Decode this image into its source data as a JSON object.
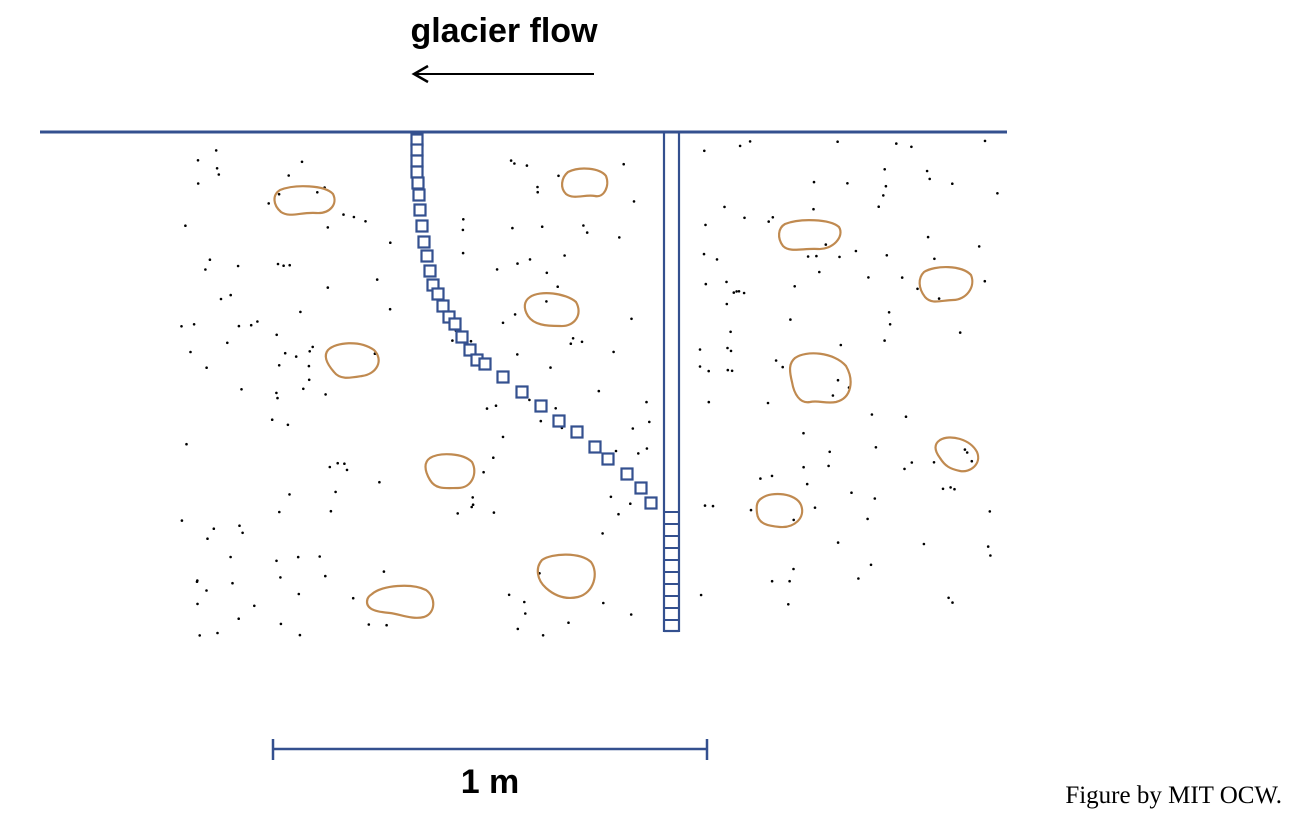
{
  "diagram": {
    "flow_label": "glacier flow",
    "scale_label": "1 m",
    "credit": "Figure by MIT OCW."
  },
  "colors": {
    "line": "#34508f",
    "clast": "#c08a50",
    "dot": "#000000",
    "text": "#000000"
  },
  "icons": {
    "flow_arrow": "arrow-left-icon"
  }
}
